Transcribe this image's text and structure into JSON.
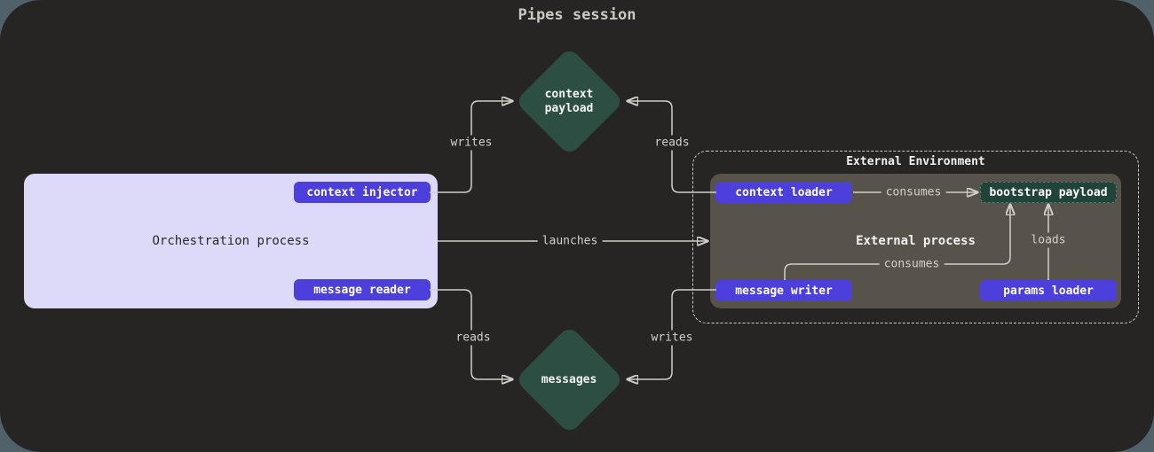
{
  "title": "Pipes session",
  "colors": {
    "canvas_bg": "#272523",
    "outside_bg": "#51616a",
    "accent_purple": "#4c3fdb",
    "artifact_green": "#2d4e43",
    "bootstrap_green": "#20433a",
    "orchestration_bg": "#dcdaf8",
    "external_process_bg": "#57534b",
    "edge_line": "#d2cfca"
  },
  "orchestration": {
    "label": "Orchestration process",
    "context_injector": "context injector",
    "message_reader": "message reader"
  },
  "external": {
    "environment_label": "External Environment",
    "process_label": "External process",
    "context_loader": "context loader",
    "bootstrap_payload": "bootstrap payload",
    "message_writer": "message writer",
    "params_loader": "params loader"
  },
  "artifacts": {
    "context_payload": "context\npayload",
    "messages": "messages"
  },
  "edges": {
    "writes_top": "writes",
    "reads_top": "reads",
    "launches": "launches",
    "consumes_top": "consumes",
    "consumes_bottom": "consumes",
    "loads": "loads",
    "reads_bottom": "reads",
    "writes_bottom": "writes"
  }
}
